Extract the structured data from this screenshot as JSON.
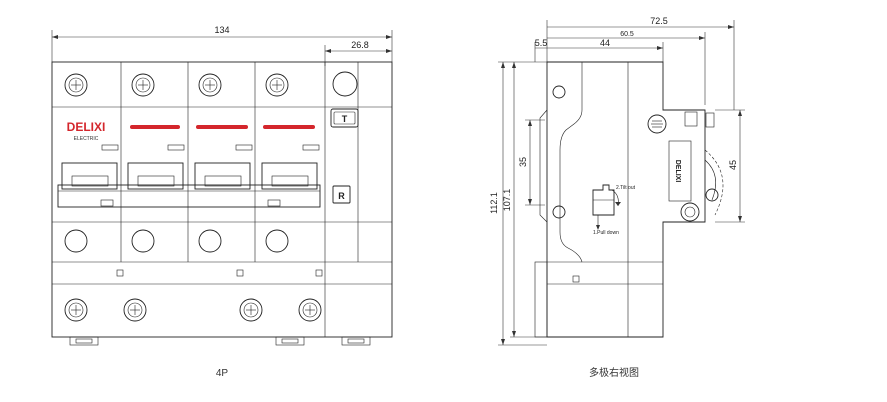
{
  "front_view": {
    "dims": {
      "total_width": "134",
      "aux_width": "26.8"
    },
    "brand": {
      "name": "DELIXI",
      "sub": "ELECTRIC"
    },
    "buttons": {
      "test": "T",
      "reset": "R"
    },
    "caption": "4P"
  },
  "side_view": {
    "dims": {
      "depth_total": "72.5",
      "depth_60": "60.5",
      "depth_44": "44",
      "offset": "5.5",
      "height_total": "112.1",
      "height_107": "107.1",
      "height_35": "35",
      "height_45": "45"
    },
    "brand": "DELIXI",
    "labels": {
      "trip": "2.Tilt out",
      "pull": "1.Pull down"
    },
    "caption": "多极右视图"
  },
  "colors": {
    "accent": "#d4262c",
    "line": "#222222"
  }
}
